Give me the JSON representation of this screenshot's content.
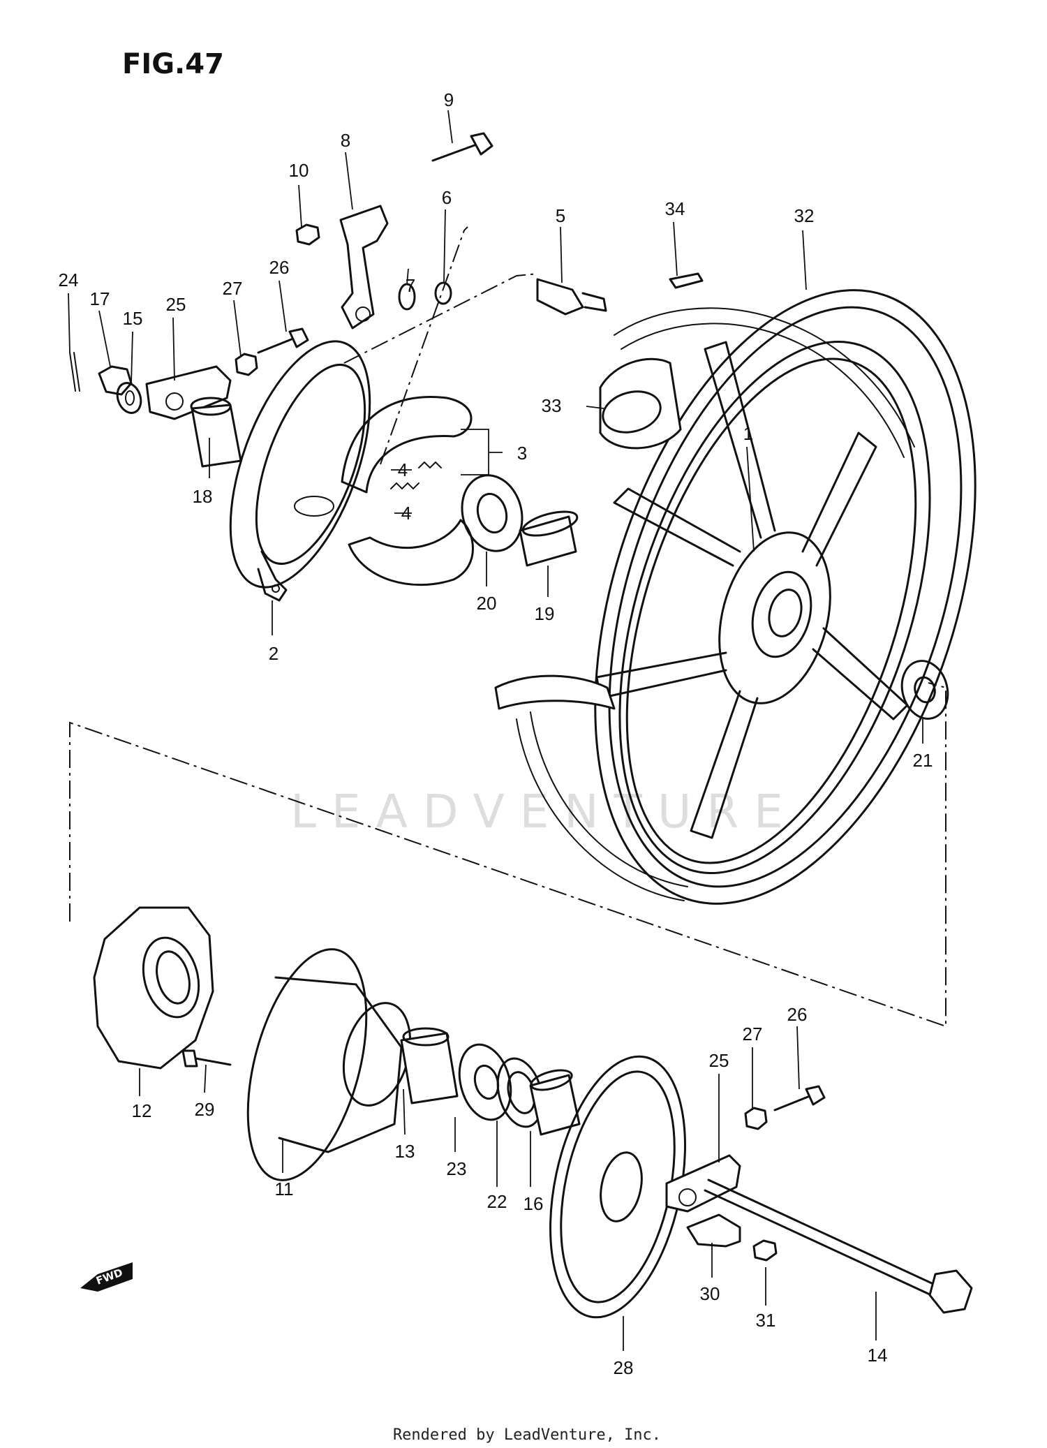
{
  "title": "FIG.47",
  "footer": "Rendered by LeadVenture, Inc.",
  "watermark": "LEADVENTURE",
  "fwd_label": "FWD",
  "callouts": [
    {
      "id": "1",
      "text": "1"
    },
    {
      "id": "2",
      "text": "2"
    },
    {
      "id": "3",
      "text": "3"
    },
    {
      "id": "4a",
      "text": "4"
    },
    {
      "id": "4b",
      "text": "4"
    },
    {
      "id": "5",
      "text": "5"
    },
    {
      "id": "6",
      "text": "6"
    },
    {
      "id": "7",
      "text": "7"
    },
    {
      "id": "8",
      "text": "8"
    },
    {
      "id": "9",
      "text": "9"
    },
    {
      "id": "10",
      "text": "10"
    },
    {
      "id": "11",
      "text": "11"
    },
    {
      "id": "12",
      "text": "12"
    },
    {
      "id": "13",
      "text": "13"
    },
    {
      "id": "14",
      "text": "14"
    },
    {
      "id": "15",
      "text": "15"
    },
    {
      "id": "16",
      "text": "16"
    },
    {
      "id": "17",
      "text": "17"
    },
    {
      "id": "18",
      "text": "18"
    },
    {
      "id": "19",
      "text": "19"
    },
    {
      "id": "20",
      "text": "20"
    },
    {
      "id": "21",
      "text": "21"
    },
    {
      "id": "22",
      "text": "22"
    },
    {
      "id": "23",
      "text": "23"
    },
    {
      "id": "24",
      "text": "24"
    },
    {
      "id": "25a",
      "text": "25"
    },
    {
      "id": "25b",
      "text": "25"
    },
    {
      "id": "26a",
      "text": "26"
    },
    {
      "id": "26b",
      "text": "26"
    },
    {
      "id": "27a",
      "text": "27"
    },
    {
      "id": "27b",
      "text": "27"
    },
    {
      "id": "28",
      "text": "28"
    },
    {
      "id": "29",
      "text": "29"
    },
    {
      "id": "30",
      "text": "30"
    },
    {
      "id": "31",
      "text": "31"
    },
    {
      "id": "32",
      "text": "32"
    },
    {
      "id": "33",
      "text": "33"
    },
    {
      "id": "34",
      "text": "34"
    }
  ]
}
